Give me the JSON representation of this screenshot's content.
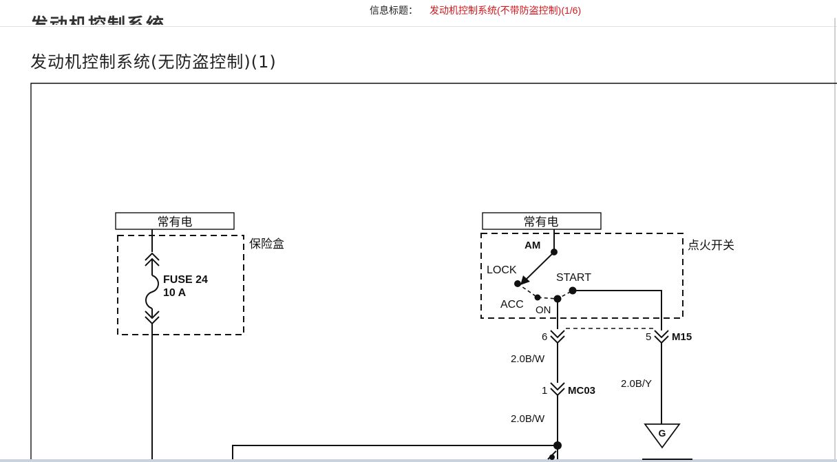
{
  "info": {
    "label": "信息标题：",
    "value": "发动机控制系统(不带防盗控制)(1/6)"
  },
  "colors": {
    "info_value": "#d4151b",
    "line": "#111111"
  },
  "header": {
    "cut_title": "发动机控制系统",
    "title": "发动机控制系统(无防盗控制)(1)"
  },
  "fuse_box": {
    "power_label": "常有电",
    "box_label": "保险盒",
    "fuse_name": "FUSE 24",
    "fuse_rating": "10 A"
  },
  "ignition_switch": {
    "power_label": "常有电",
    "box_label": "点火开关",
    "terminals": {
      "am": "AM",
      "lock": "LOCK",
      "start": "START",
      "acc": "ACC",
      "on": "ON"
    }
  },
  "connectors": {
    "m15": {
      "name": "M15",
      "pin_on": "6",
      "pin_start": "5"
    },
    "mc03": {
      "name": "MC03",
      "pin": "1"
    }
  },
  "wires": {
    "on_upper": "2.0B/W",
    "on_lower": "2.0B/W",
    "start": "2.0B/Y"
  },
  "ground": {
    "symbol": "G"
  },
  "icons": [
    "fuse-icon",
    "connector-icon",
    "ground-icon",
    "splice-point-icon",
    "switch-contact-icon"
  ]
}
